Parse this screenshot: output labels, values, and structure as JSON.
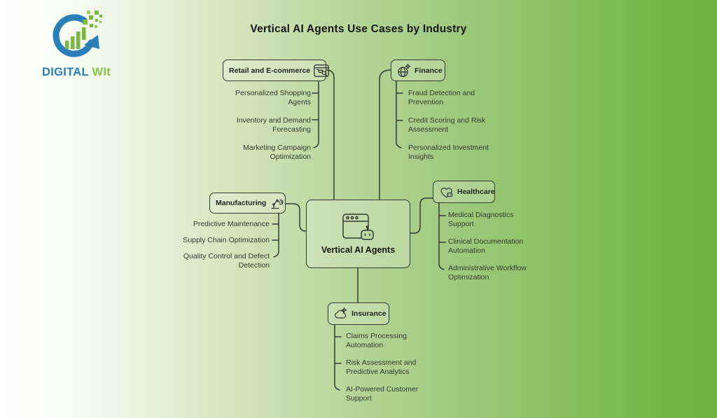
{
  "title": "Vertical AI Agents Use Cases by Industry",
  "logo": {
    "brand_primary": "DIGITAL",
    "brand_secondary": "WIt",
    "icon": "digital-wit-logo"
  },
  "center_node": {
    "label": "Vertical AI Agents",
    "icon": "browser-robot-icon"
  },
  "branches": [
    {
      "id": "retail",
      "label": "Retail and E-commerce",
      "icon": "shopping-browser-icon",
      "use_cases": [
        "Personalized Shopping Agents",
        "Inventory and Demand Forecasting",
        "Marketing Campaign Optimization"
      ]
    },
    {
      "id": "finance",
      "label": "Finance",
      "icon": "globe-sparkle-icon",
      "use_cases": [
        "Fraud Detection and Prevention",
        "Credit Scoring and Risk Assessment",
        "Personalized Investment Insights"
      ]
    },
    {
      "id": "manufacturing",
      "label": "Manufacturing",
      "icon": "robot-arm-icon",
      "use_cases": [
        "Predictive Maintenance",
        "Supply Chain Optimization",
        "Quality Control and Defect Detection"
      ]
    },
    {
      "id": "healthcare",
      "label": "Healthcare",
      "icon": "heart-robot-icon",
      "use_cases": [
        "Medical Diagnostics Support",
        "Clinical Documentation Automation",
        "Administrative Workflow Optimization"
      ]
    },
    {
      "id": "insurance",
      "label": "Insurance",
      "icon": "cloud-sparkle-icon",
      "use_cases": [
        "Claims Processing Automation",
        "Risk Assessment and Predictive Analytics",
        "AI-Powered Customer Support"
      ]
    }
  ],
  "colors": {
    "background_left": "#ffffff",
    "background_right": "#6db242",
    "line": "#333b33",
    "text": "#333a31",
    "logo_blue": "#2a7fb8",
    "logo_green": "#8bc34a"
  }
}
